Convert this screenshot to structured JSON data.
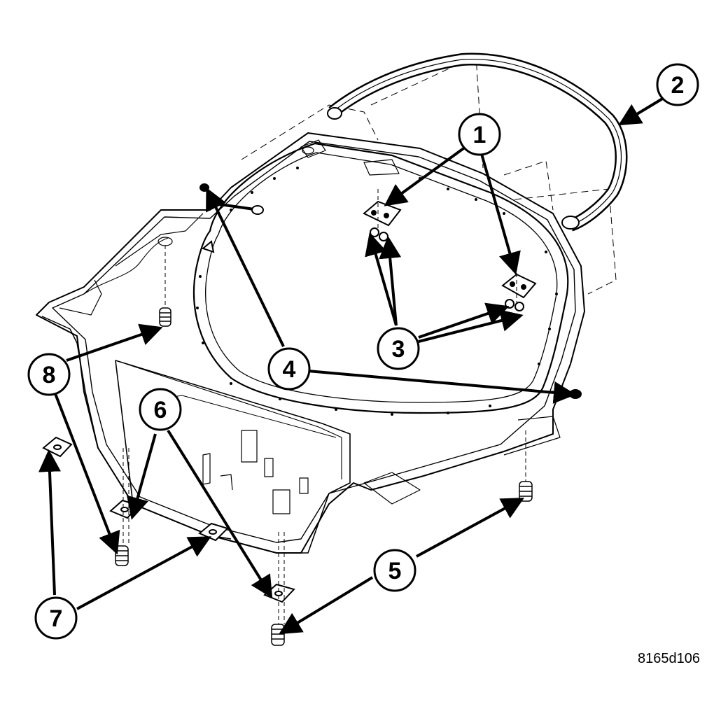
{
  "callouts": {
    "c1": "1",
    "c2": "2",
    "c3": "3",
    "c4": "4",
    "c5": "5",
    "c6": "6",
    "c7": "7",
    "c8": "8"
  },
  "figure_code": "8165d106"
}
